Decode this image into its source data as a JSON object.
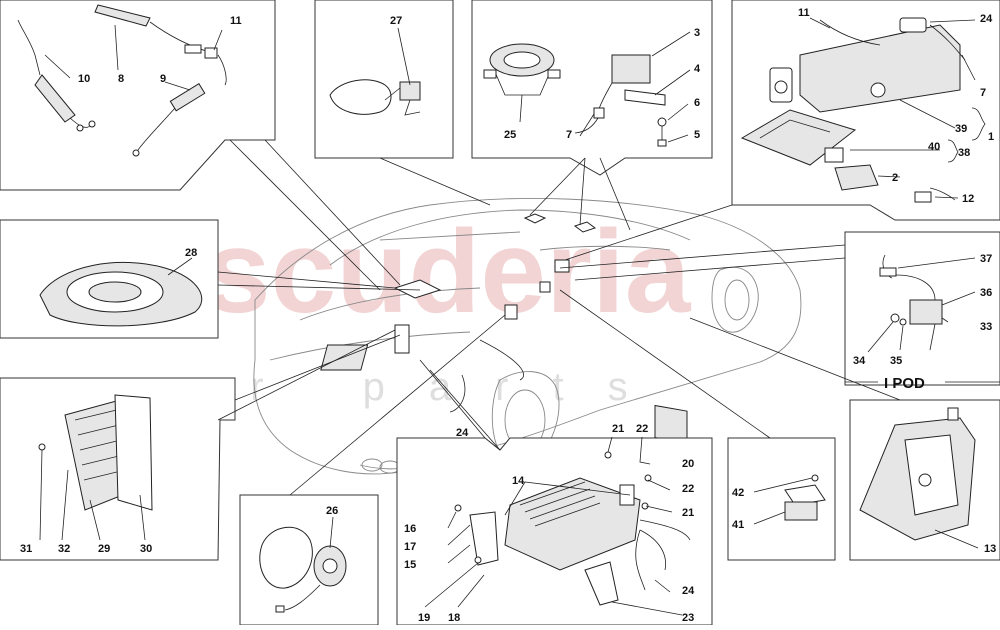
{
  "watermark": {
    "main": "scuderia",
    "sub": "car parts"
  },
  "ipod_label": "I POD",
  "labels": {
    "l11a": "11",
    "l8": "8",
    "l10": "10",
    "l9": "9",
    "l27": "27",
    "l3": "3",
    "l4": "4",
    "l6": "6",
    "l5": "5",
    "l25": "25",
    "l7a": "7",
    "l11b": "11",
    "l24a": "24",
    "l7b": "7",
    "l39": "39",
    "l1": "1",
    "l40": "40",
    "l38": "38",
    "l2": "2",
    "l12": "12",
    "l28": "28",
    "l37": "37",
    "l36": "36",
    "l33": "33",
    "l34": "34",
    "l35": "35",
    "l31": "31",
    "l32": "32",
    "l29": "29",
    "l30": "30",
    "l24b": "24",
    "l26": "26",
    "l21a": "21",
    "l22a": "22",
    "l20": "20",
    "l14": "14",
    "l22b": "22",
    "l21b": "21",
    "l16": "16",
    "l17": "17",
    "l15": "15",
    "l19": "19",
    "l18": "18",
    "l24c": "24",
    "l23": "23",
    "l42": "42",
    "l41": "41",
    "l13": "13"
  },
  "colors": {
    "watermark_red": "#e9b2b2",
    "line": "#222222"
  }
}
